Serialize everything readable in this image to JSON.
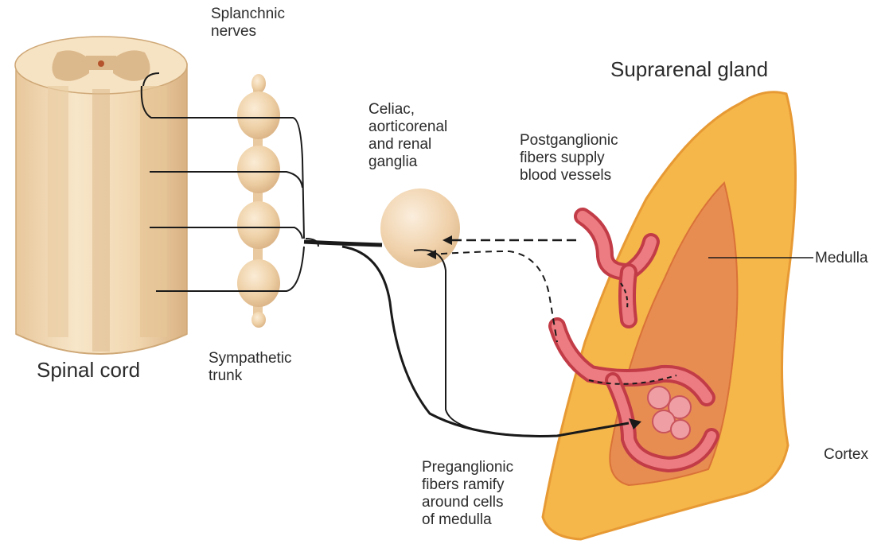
{
  "labels": {
    "splanchnic_nerves": [
      "Splanchnic",
      "nerves"
    ],
    "suprarenal_gland": "Suprarenal gland",
    "celiac_ganglia": [
      "Celiac,",
      "aorticorenal",
      "and renal",
      "ganglia"
    ],
    "postganglionic_fibers": [
      "Postganglionic",
      "fibers supply",
      "blood vessels"
    ],
    "medulla": "Medulla",
    "spinal_cord": "Spinal cord",
    "sympathetic_trunk": [
      "Sympathetic",
      "trunk"
    ],
    "cortex": "Cortex",
    "preganglionic_fibers": [
      "Preganglionic",
      "fibers ramify",
      "around cells",
      "of medulla"
    ]
  },
  "colors": {
    "spinal_cord_fill": "#f3dcb7",
    "spinal_cord_shadow": "#e3bf8e",
    "gray_matter": "#dcb98c",
    "ganglion_fill": "#f1d5ad",
    "gland_cortex": "#f5b64a",
    "gland_medulla": "#e88d52",
    "vessel": "#e25a63",
    "nerve_line": "#1a1a1a"
  }
}
